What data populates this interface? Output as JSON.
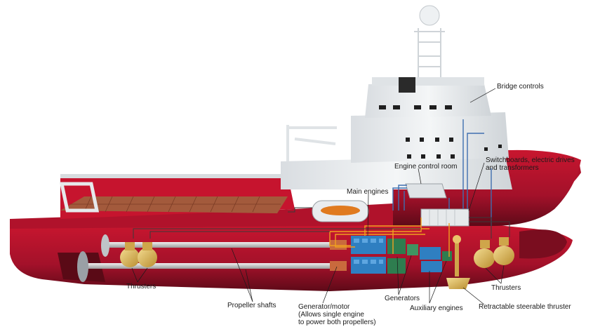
{
  "diagram": {
    "callouts": {
      "bridge_controls": "Bridge controls",
      "switchboards": [
        "Switchboards, electric drives",
        "and transformers"
      ],
      "engine_control_room": "Engine control room",
      "main_engines": "Main engines",
      "thrusters_aft": "Thrusters",
      "thrusters_fwd": "Thrusters",
      "propeller_shafts": "Propeller shafts",
      "generator_motor": [
        "Generator/motor",
        "(Allows single engine",
        "to power both propellers)"
      ],
      "generators": "Generators",
      "auxiliary_engines": "Auxiliary engines",
      "retractable_thruster": "Retractable  steerable thruster"
    },
    "colors": {
      "hull_red": "#b0122b",
      "hull_dark": "#6e0c1c",
      "superstructure": "#e9ecef",
      "deck_wood": "#a35a3c",
      "main_engine_blue": "#2f7fc1",
      "generator_green": "#2e7d4f",
      "cable_orange": "#f0a020",
      "cable_blue": "#3f6fb0",
      "thruster_brass": "#d9b35a",
      "lifeboat_orange": "#e07a1f"
    }
  }
}
